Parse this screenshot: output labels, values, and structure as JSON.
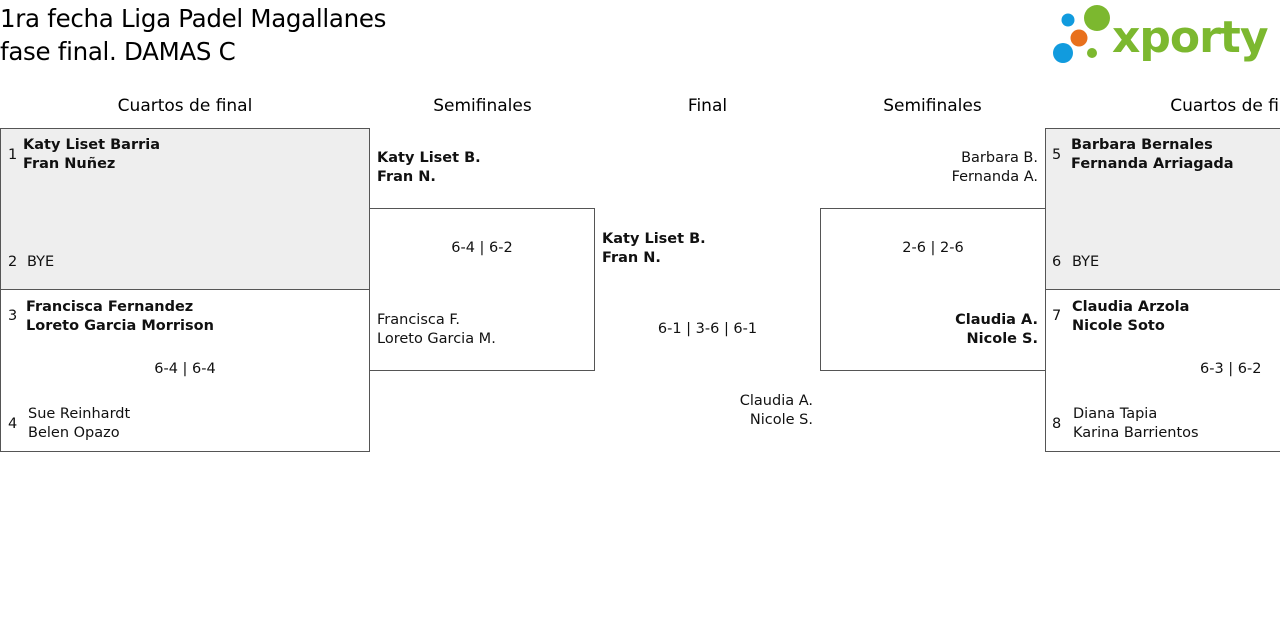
{
  "title": {
    "line1": "1ra fecha Liga Padel Magallanes",
    "line2": "fase final. DAMAS C"
  },
  "logo": {
    "text": "xporty",
    "colors": {
      "green": "#7cb82f",
      "blue": "#119bde",
      "orange": "#e8701c"
    }
  },
  "rounds": {
    "qf_left": "Cuartos de final",
    "sf_left": "Semifinales",
    "final": "Final",
    "sf_right": "Semifinales",
    "qf_right": "Cuartos de fin"
  },
  "qf": [
    {
      "seed_a": "1",
      "a1": "Katy Liset Barria",
      "a2": "Fran Nuñez",
      "seed_b": "2",
      "b1": "BYE",
      "score": ""
    },
    {
      "seed_a": "3",
      "a1": "Francisca Fernandez",
      "a2": "Loreto Garcia Morrison",
      "seed_b": "4",
      "b1": "Sue Reinhardt",
      "b2": "Belen Opazo",
      "score": "6-4 | 6-4"
    },
    {
      "seed_a": "5",
      "a1": "Barbara Bernales",
      "a2": "Fernanda Arriagada",
      "seed_b": "6",
      "b1": "BYE",
      "score": ""
    },
    {
      "seed_a": "7",
      "a1": "Claudia Arzola",
      "a2": "Nicole Soto",
      "seed_b": "8",
      "b1": "Diana Tapia",
      "b2": "Karina Barrientos",
      "score": "6-3 | 6-2"
    }
  ],
  "sf": [
    {
      "a1": "Katy Liset B.",
      "a2": "Fran N.",
      "b1": "Francisca F.",
      "b2": "Loreto Garcia M.",
      "score": "6-4 | 6-2"
    },
    {
      "a1": "Barbara B.",
      "a2": "Fernanda A.",
      "b1": "Claudia A.",
      "b2": "Nicole S.",
      "score": "2-6 | 2-6"
    }
  ],
  "final": {
    "a1": "Katy Liset B.",
    "a2": "Fran N.",
    "b1": "Claudia A.",
    "b2": "Nicole S.",
    "score": "6-1 | 3-6 | 6-1"
  }
}
